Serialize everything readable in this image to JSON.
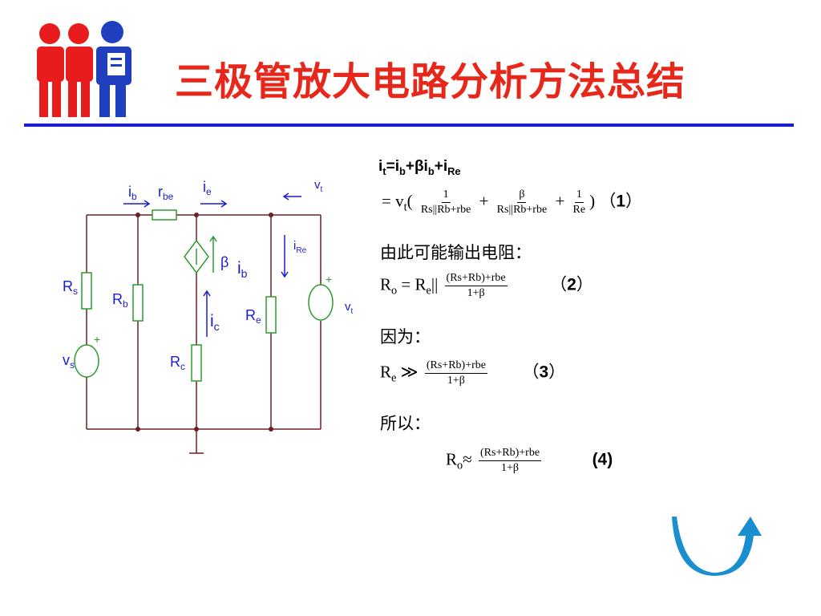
{
  "title": "三极管放大电路分析方法总结",
  "circuit": {
    "labels": {
      "ib_top": "i",
      "ib_top_sub": "b",
      "rbe": "r",
      "rbe_sub": "be",
      "ie": "i",
      "ie_sub": "e",
      "vt_top": "v",
      "vt_top_sub": "t",
      "beta": "β",
      "ib_mid": "i",
      "ib_mid_sub": "b",
      "iRe": "i",
      "iRe_sub": "Re",
      "Rs": "R",
      "Rs_sub": "s",
      "Rb": "R",
      "Rb_sub": "b",
      "ic": "i",
      "ic_sub": "c",
      "Re": "R",
      "Re_sub": "e",
      "vt_right": "v",
      "vt_right_sub": "t",
      "vs": "v",
      "vs_sub": "s",
      "Rc": "R",
      "Rc_sub": "c",
      "plus_vs": "+",
      "plus_vt": "+"
    }
  },
  "equations": {
    "eq0": {
      "lhs_i": "i",
      "lhs_sub": "t",
      "rhs": "=i",
      "rhs_sub1": "b",
      "mid": "+βi",
      "rhs_sub2": "b",
      "plus": "+i",
      "rhs_sub3": "Re"
    },
    "eq1": {
      "prefix": "= v",
      "prefix_sub": "t",
      "open": "(",
      "f1_num": "1",
      "f1_den": "R_s||R_b+r_be",
      "plus1": "+",
      "f2_num": "β",
      "f2_den": "R_s||R_b+r_be",
      "plus2": "+",
      "f3_num": "1",
      "f3_den": "R_e",
      "close": ")",
      "tag_open": "（",
      "tag": "1",
      "tag_close": "）"
    },
    "line_text1": "由此可能输出电阻：",
    "eq2": {
      "lhs": "R",
      "lhs_sub": "o",
      "mid": " = R",
      "mid_sub": "e",
      "par": "||",
      "num": "(R_s+R_b)+r_be",
      "den": "1+β",
      "tag_open": "（",
      "tag": "2",
      "tag_close": "）"
    },
    "line_text2": "因为：",
    "eq3": {
      "lhs": "R",
      "lhs_sub": "e",
      "op": " ≫ ",
      "num": "(R_s+R_b)+r_be",
      "den": "1+β",
      "tag_open": "（",
      "tag": "3",
      "tag_close": "）"
    },
    "line_text3": "所以：",
    "eq4": {
      "lhs": "R",
      "lhs_sub": "o",
      "op": "≈",
      "num": "(R_s+R_b)+r_be",
      "den": "1+β",
      "tag": "(4)"
    }
  },
  "colors": {
    "title": "#e8271b",
    "rule": "#1c1ccf",
    "wire": "#6b2020",
    "component": "#2e9a2e",
    "label": "#1c1ccf",
    "logo_red": "#e81c1c",
    "logo_blue": "#1f3fbf",
    "arrow": "#1a8fd0"
  },
  "icons": {
    "logo": "people-group-icon",
    "nav": "return-arrow-icon"
  }
}
